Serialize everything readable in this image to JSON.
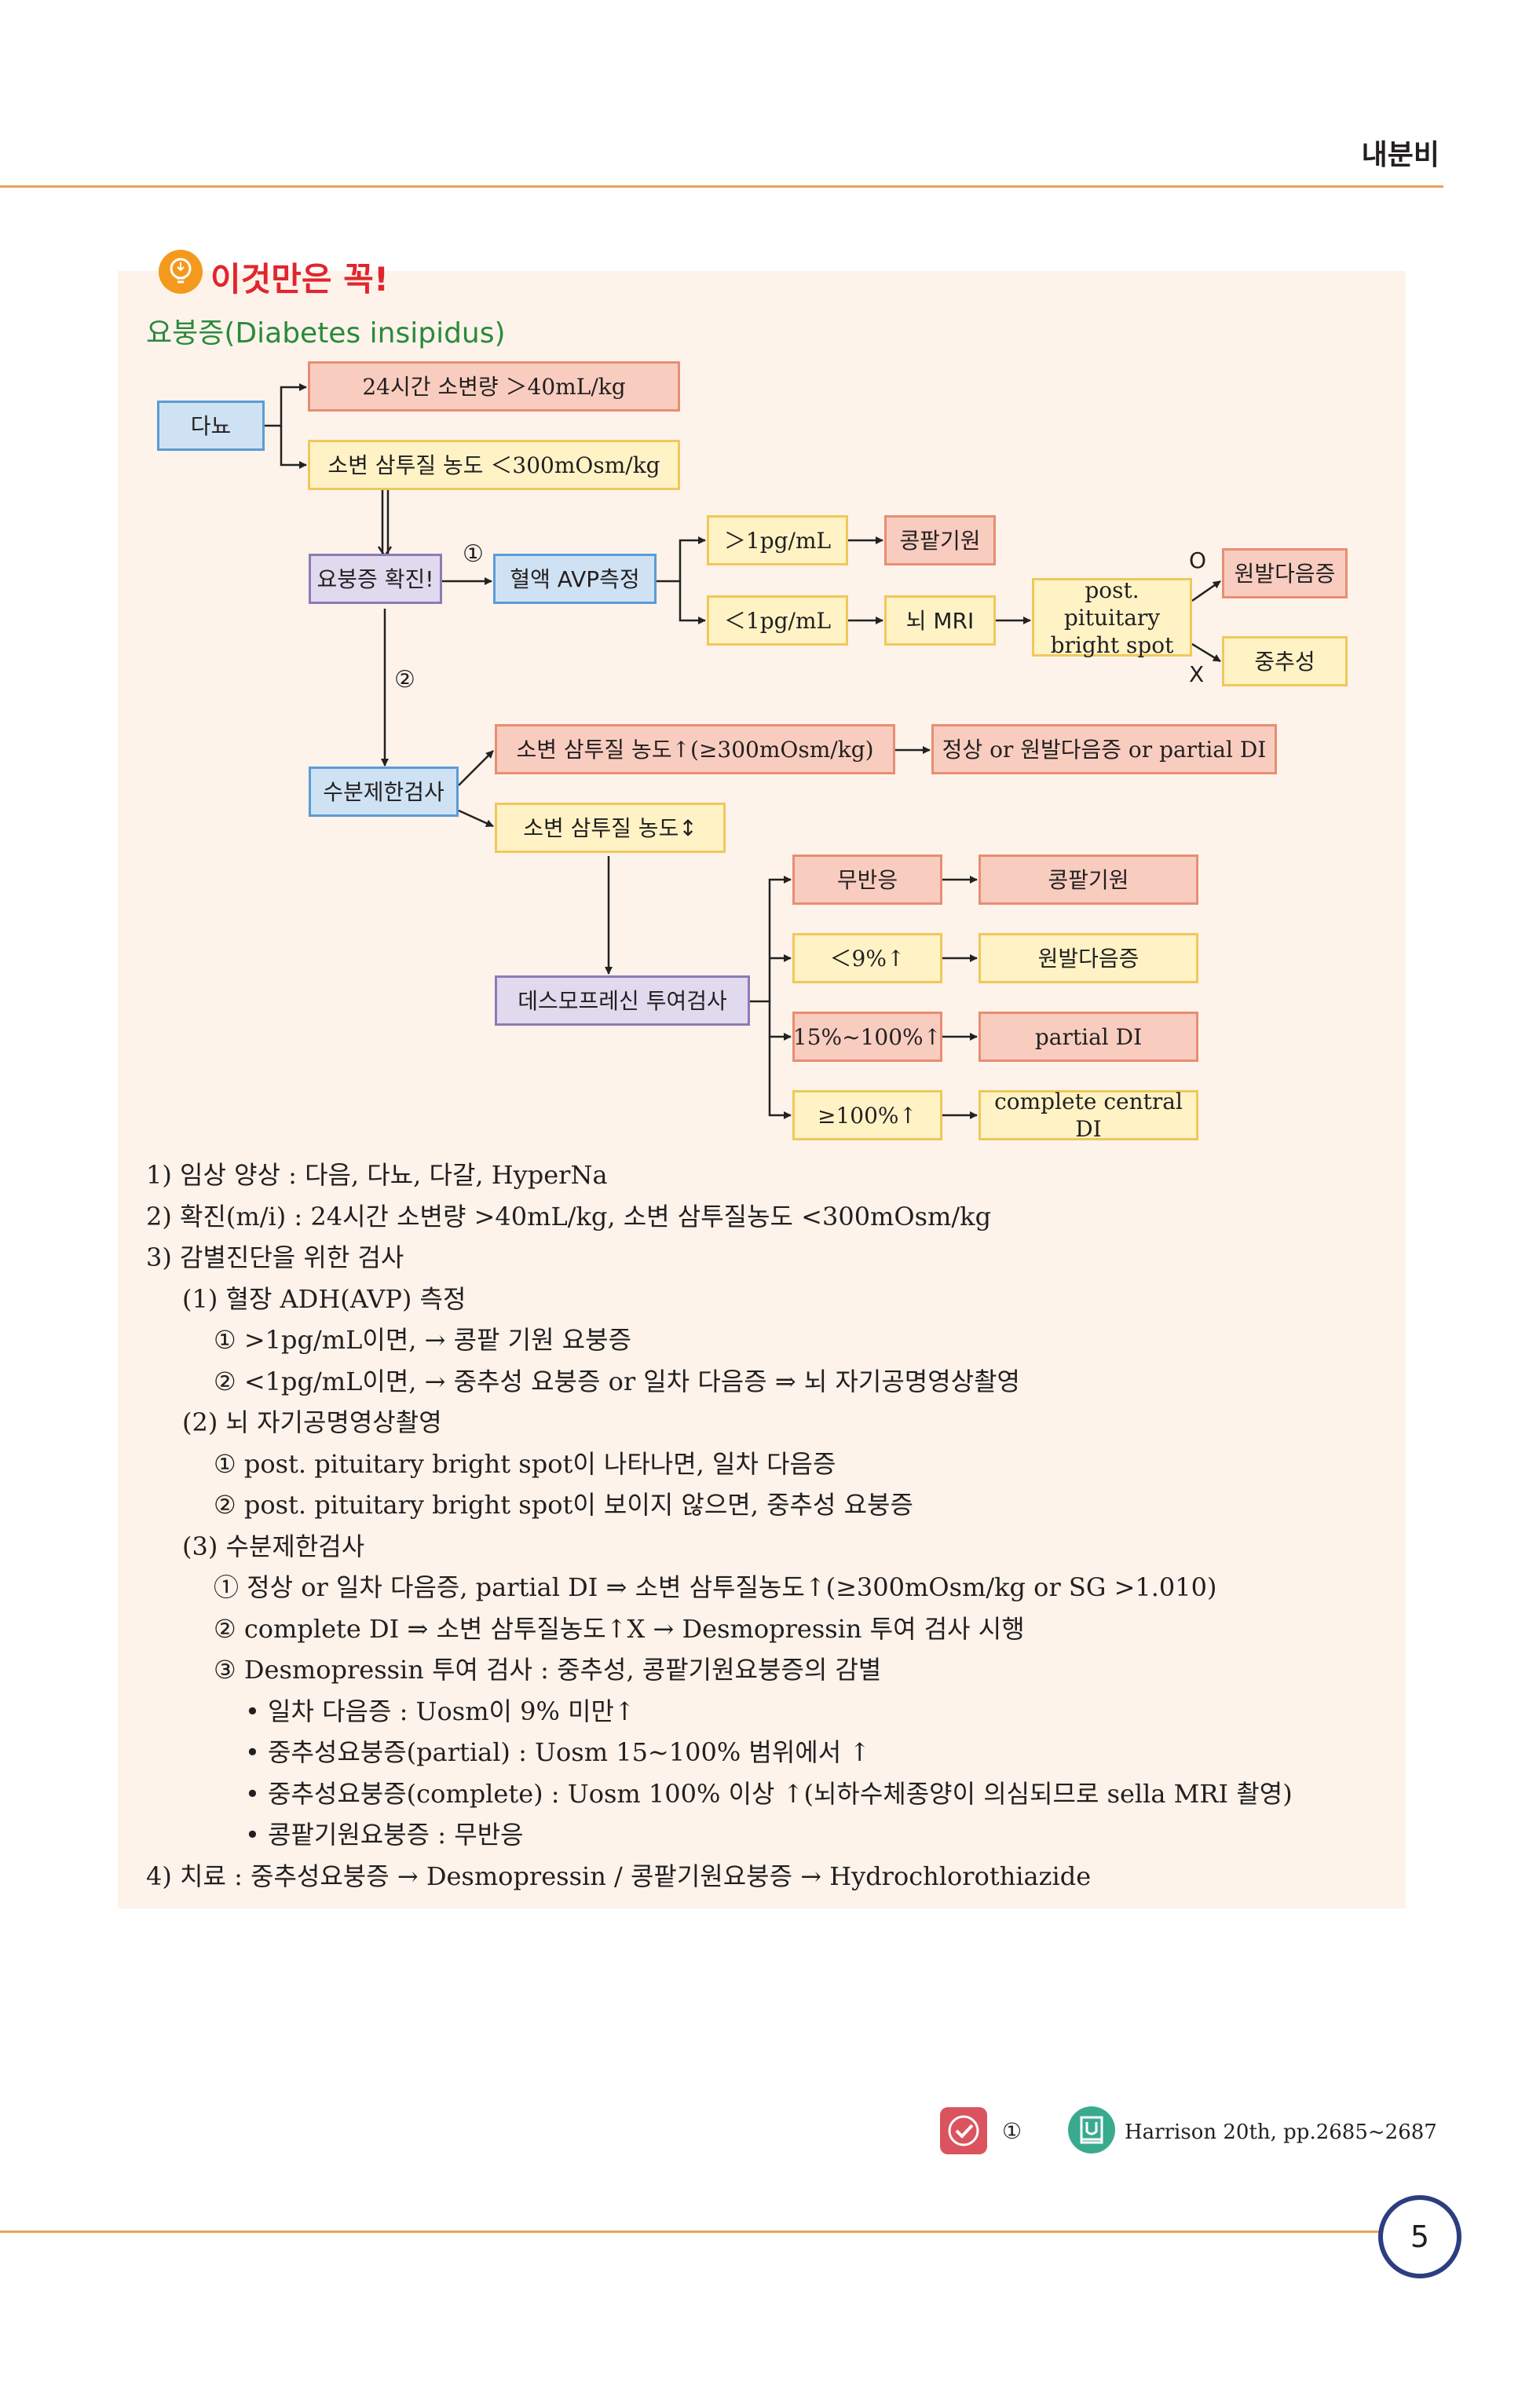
{
  "header": {
    "section_label": "내분비"
  },
  "box_title": {
    "must_know": "이것만은 꼭!",
    "subtitle": "요붕증(Diabetes insipidus)"
  },
  "flowchart": {
    "polyuria": "다뇨",
    "urine_24h": "24시간 소변량 ＞40mL/kg",
    "urine_osm_low": "소변 삼투질 농도 ＜300mOsm/kg",
    "di_confirmed": "요붕증 확진!",
    "step1": "①",
    "step2": "②",
    "plasma_avp": "혈액 AVP측정",
    "avp_high": "＞1pg/mL",
    "nephrogenic": "콩팥기원",
    "avp_low": "＜1pg/mL",
    "brain_mri": "뇌 MRI",
    "bright_spot_1": "post. pituitary",
    "bright_spot_2": "bright spot",
    "o_mark": "O",
    "x_mark": "X",
    "primary_polydipsia": "원발다음증",
    "central": "중추성",
    "water_deprivation": "수분제한검사",
    "osm_up": "소변 삼투질 농도↑(≥300mOsm/kg)",
    "normal_result": "정상 or 원발다음증 or partial DI",
    "osm_no_change": "소변 삼투질 농도↕",
    "desmopressin_test": "데스모프레신 투여검사",
    "resp_none": "무반응",
    "res_nephrogenic": "콩팥기원",
    "resp_lt9": "＜9%↑",
    "res_primary": "원발다음증",
    "resp_15_100": "15%~100%↑",
    "res_partial": "partial DI",
    "resp_ge100": "≥100%↑",
    "res_complete": "complete central DI"
  },
  "notes": [
    "1) 임상 양상 : 다음, 다뇨, 다갈, HyperNa",
    "2) 확진(m/i) : 24시간 소변량 >40mL/kg, 소변 삼투질농도 <300mOsm/kg",
    "3) 감별진단을 위한 검사",
    "(1) 혈장 ADH(AVP) 측정",
    "① >1pg/mL이면, → 콩팥 기원 요붕증",
    "② <1pg/mL이면, → 중추성 요붕증 or 일차 다음증 ⇒ 뇌 자기공명영상촬영",
    "(2) 뇌 자기공명영상촬영",
    "① post. pituitary bright spot이 나타나면, 일차 다음증",
    "② post. pituitary bright spot이 보이지 않으면, 중추성 요붕증",
    "(3) 수분제한검사",
    "① 정상 or 일차 다음증, partial DI ⇒ 소변 삼투질농도↑(≥300mOsm/kg or SG >1.010)",
    "② complete DI ⇒ 소변 삼투질농도↑X → Desmopressin 투여 검사 시행",
    "③ Desmopressin 투여 검사 : 중추성, 콩팥기원요붕증의 감별",
    "• 일차 다음증 : Uosm이 9% 미만↑",
    "• 중추성요붕증(partial) : Uosm 15~100% 범위에서 ↑",
    "• 중추성요붕증(complete) : Uosm 100% 이상 ↑(뇌하수체종양이 의심되므로 sella MRI 촬영)",
    "• 콩팥기원요붕증 : 무반응",
    "4) 치료 : 중추성요붕증 → Desmopressin / 콩팥기원요붕증 → Hydrochlorothiazide"
  ],
  "footer": {
    "check_mark": "①",
    "reference": "Harrison 20th, pp.2685~2687",
    "page_number": "5"
  },
  "colors": {
    "accent_orange": "#e9a35a",
    "title_red": "#e0262d",
    "subtitle_green": "#2a8a3c",
    "page_circle": "#2c3e80"
  },
  "icons": [
    "lightbulb-icon",
    "checklist-icon",
    "book-icon"
  ]
}
